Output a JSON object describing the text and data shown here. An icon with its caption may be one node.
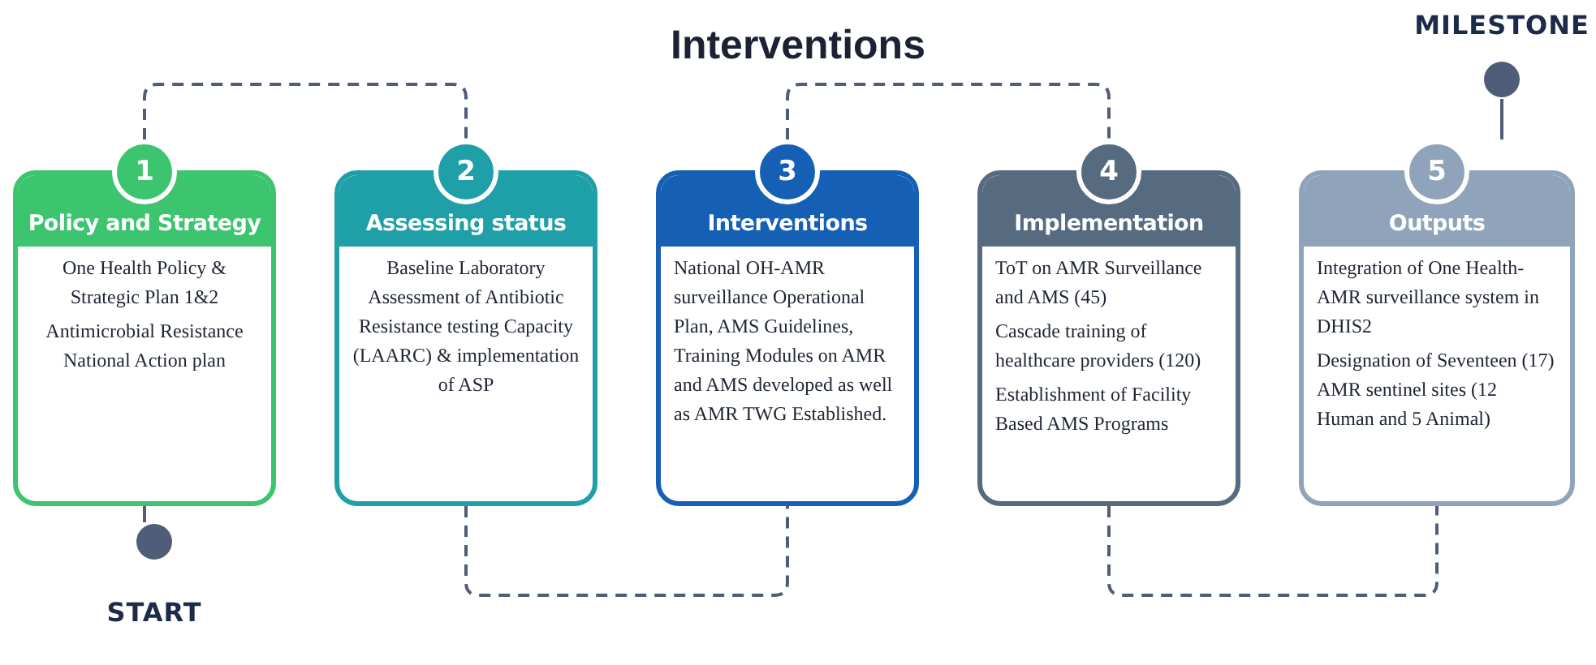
{
  "diagram": {
    "title": "Interventions",
    "nodes": [
      {
        "text": [
          "START"
        ]
      },
      {
        "text": [
          "1",
          "Policy and Strategy",
          "One Health Policy & Strategic Plan 1&2",
          "Antimicrobial Resistance National Action plan"
        ]
      },
      {
        "text": [
          "2",
          "Assessing status",
          "Baseline Laboratory Assessment of Antibiotic Resistance testing Capacity (LAARC) & implementation of ASP"
        ]
      },
      {
        "text": [
          "3",
          "Interventions",
          "National OH-AMR surveillance Operational Plan, AMS Guidelines, Training Modules on AMR and AMS developed as well as AMR TWG Established."
        ]
      },
      {
        "text": [
          "4",
          "Implementation",
          "ToT on AMR Surveillance and AMS (45)",
          "Cascade training of healthcare providers (120)",
          "Establishment of Facility Based AMS Programs"
        ]
      },
      {
        "text": [
          "5",
          "Outputs",
          "Integration of One Health-AMR surveillance system in DHIS2",
          "Designation of Seventeen (17) AMR sentinel sites (12 Human and 5 Animal)"
        ]
      },
      {
        "text": [
          "MILESTONE"
        ]
      }
    ],
    "edges": [
      {
        "from": 1,
        "to": 0,
        "arrow": "none"
      },
      {
        "from": 1,
        "to": 2,
        "arrow": "none",
        "style": "dashed"
      },
      {
        "from": 2,
        "to": 3,
        "arrow": "none",
        "style": "dashed"
      },
      {
        "from": 3,
        "to": 4,
        "arrow": "none",
        "style": "dashed"
      },
      {
        "from": 4,
        "to": 5,
        "arrow": "none",
        "style": "dashed"
      },
      {
        "from": 6,
        "to": 5,
        "arrow": "none"
      }
    ]
  }
}
